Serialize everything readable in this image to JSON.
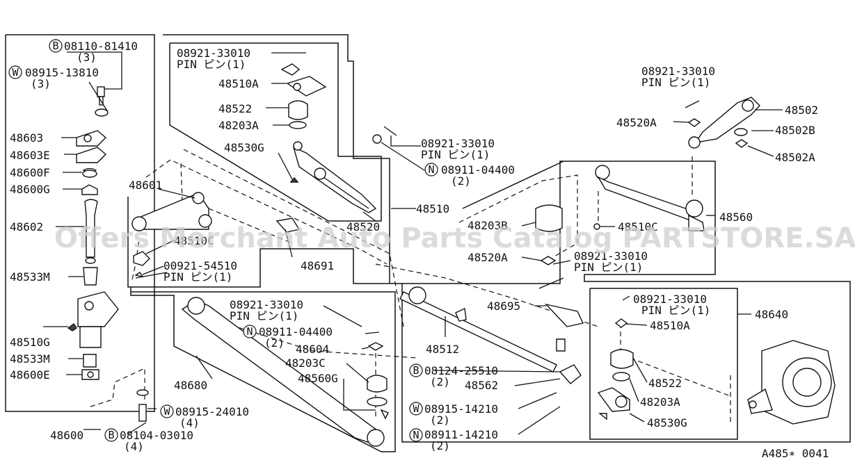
{
  "watermark": "Offers Merchant Auto Parts Catalog PARTSTORE.SA",
  "figure_code": "A485∗ 0041",
  "labels": {
    "l48600": "48600",
    "l48600_bolt": "08104-03010",
    "l48600_bolt_qty": "(4)",
    "b08110": "08110-81410",
    "b08110_qty": "(3)",
    "w08915a": "08915-13810",
    "w08915a_qty": "(3)",
    "l48603": "48603",
    "l48603E": "48603E",
    "l48600F": "48600F",
    "l48600G": "48600G",
    "l48602": "48602",
    "l48533Ma": "48533M",
    "l48510G": "48510G",
    "l48533Mb": "48533M",
    "l48600E": "48600E",
    "l48601": "48601",
    "l48510C": "48510C",
    "p00921": "00921-54510",
    "p00921_pin": "PIN ピン(1)",
    "l48691": "48691",
    "w08915b": "08915-24010",
    "w08915b_qty": "(4)",
    "l48680": "48680",
    "p08921a": "08921-33010",
    "p08921a_pin": "PIN ピン(1)",
    "l48510A_top": "48510A",
    "l48522_top": "48522",
    "l48203A_top": "48203A",
    "l48530G_top": "48530G",
    "p08921b": "08921-33010",
    "p08921b_pin": "PIN ピン(1)",
    "n08911a": "08911-04400",
    "n08911a_qty": "(2)",
    "l48510": "48510",
    "l48520": "48520",
    "p08921c": "08921-33010",
    "p08921c_pin": "PIN ピン(1)",
    "n08911b": "08911-04400",
    "n08911b_qty": "(2)",
    "l48604": "48604",
    "l48203C": "48203C",
    "l48560G": "48560G",
    "l48512": "48512",
    "b08124": "08124-25510",
    "b08124_qty": "(2)",
    "l48562": "48562",
    "w08915c": "08915-14210",
    "w08915c_qty": "(2)",
    "n08911c": "08911-14210",
    "n08911c_qty": "(2)",
    "l48695": "48695",
    "p08921d": "08921-33010",
    "p08921d_pin": "PIN ピン(1)",
    "l48502": "48502",
    "l48520A_top": "48520A",
    "l48502B": "48502B",
    "l48502A": "48502A",
    "l48560": "48560",
    "l48203B": "48203B",
    "l48510C_r": "48510C",
    "l48520A_mid": "48520A",
    "p08921e": "08921-33010",
    "p08921e_pin": "PIN ピン(1)",
    "l48640": "48640",
    "p08921f": "08921-33010",
    "p08921f_pin": "PIN ピン(1)",
    "l48510A_r": "48510A",
    "l48522_r": "48522",
    "l48203A_r": "48203A",
    "l48530G_r": "48530G"
  },
  "markers": {
    "bolt": "B",
    "washer": "W",
    "nut": "N"
  }
}
